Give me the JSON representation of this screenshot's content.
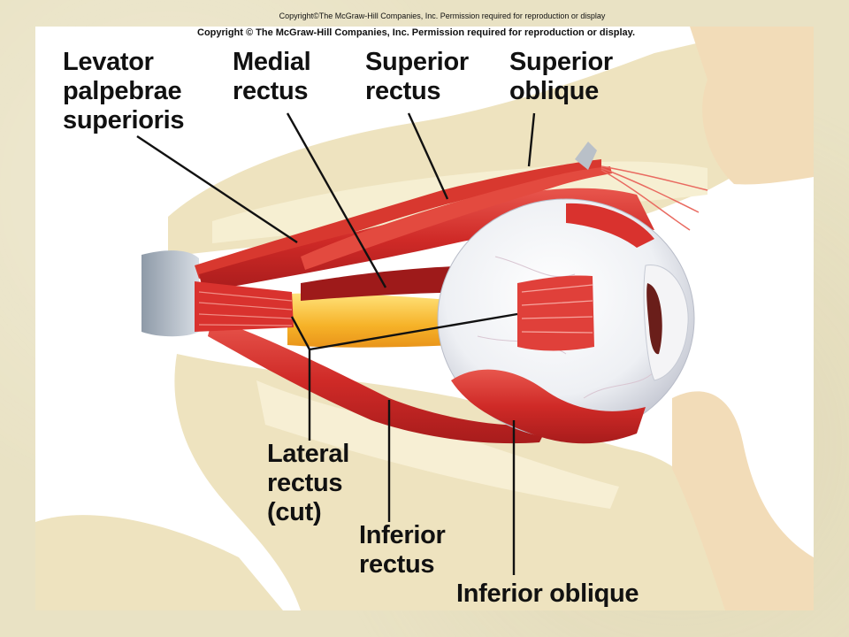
{
  "copyright_top": "Copyright©The McGraw-Hill Companies, Inc. Permission required for reproduction or display",
  "copyright_panel": "Copyright © The McGraw-Hill Companies, Inc. Permission required for reproduction or display.",
  "labels": {
    "levator": [
      "Levator",
      "palpebrae",
      "superioris"
    ],
    "medial_rectus": [
      "Medial",
      "rectus"
    ],
    "superior_rectus": [
      "Superior",
      "rectus"
    ],
    "superior_oblique": [
      "Superior",
      "oblique"
    ],
    "lateral_rectus": [
      "Lateral",
      "rectus",
      "(cut)"
    ],
    "inferior_rectus": [
      "Inferior",
      "rectus"
    ],
    "inferior_oblique": [
      "Inferior oblique"
    ]
  },
  "colors": {
    "muscle": "#d9322e",
    "muscle_dark": "#a81c1c",
    "bone": "#eee3bf",
    "nerve": "#f6b228",
    "sclera": "#f4f4f6"
  }
}
